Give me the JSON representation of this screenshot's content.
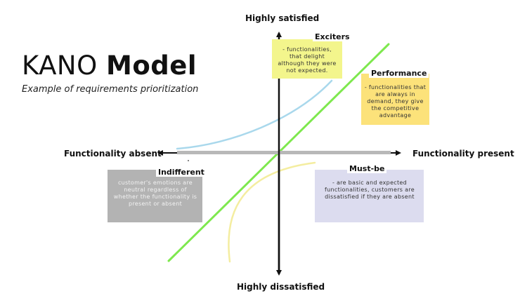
{
  "title": {
    "light": "KANO ",
    "bold": "Model"
  },
  "subtitle": "Example of requirements prioritization",
  "axes": {
    "top": "Highly satisfied",
    "bottom": "Highly dissatisfied",
    "left": "Functionality absent",
    "right": "Functionality present"
  },
  "categories": {
    "exciters": {
      "title": "Exciters",
      "text": "- functionalities, that delight although they were not expected.",
      "color": "#f3f58c",
      "curve_color": "#a9d8ec"
    },
    "performance": {
      "title": "Performance",
      "text": "- functionalities that are always in demand, they give the competitive advantage",
      "color": "#fce27a",
      "line_color": "#7ee84e"
    },
    "indifferent": {
      "title": "Indifferent",
      "text": "customer's emotions are neutral regardless of whether the functionality is present or absent",
      "color": "#b3b3b3",
      "line_color": "#b8b8b8"
    },
    "must_be": {
      "title": "Must-be",
      "text": "- are basic and expected functionalities, customers are dissatisfied if they are absent",
      "color": "#dcdcef",
      "curve_color": "#f4eda0"
    }
  }
}
